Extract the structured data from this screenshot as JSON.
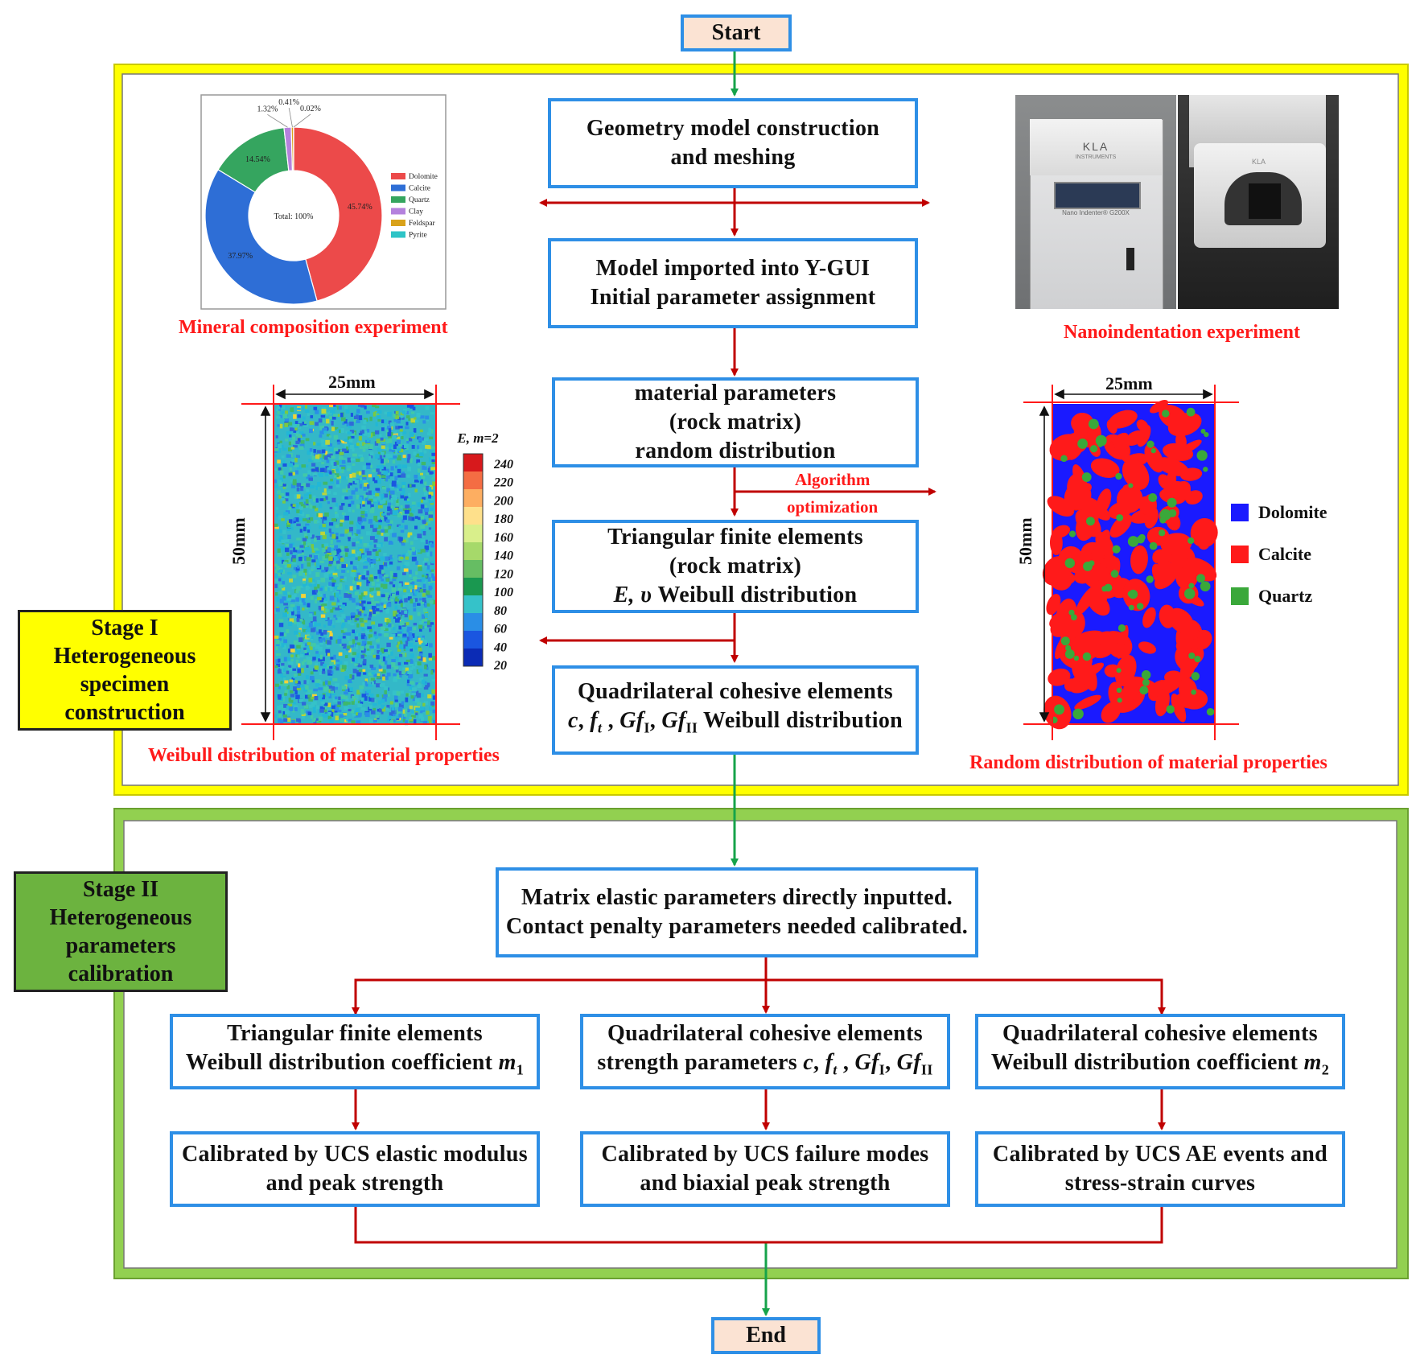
{
  "flow": {
    "start": "Start",
    "end": "End",
    "geometry_1": "Geometry model construction",
    "geometry_2": "and meshing",
    "import_1": "Model imported into Y-GUI",
    "import_2": "Initial parameter assignment",
    "material_1": "material parameters",
    "material_2": "(rock matrix)",
    "material_3": "random distribution",
    "tri_1": "Triangular finite elements",
    "tri_2": "(rock matrix)",
    "tri_3_sym": "E, υ",
    "tri_3_text": " Weibull distribution",
    "quad_1": "Quadrilateral cohesive elements",
    "quad_2_text": " Weibull distribution",
    "algo_1": "Algorithm",
    "algo_2": "optimization",
    "matrix_1": "Matrix elastic parameters  directly inputted.",
    "matrix_2": "Contact penalty parameters needed calibrated.",
    "b1_1": "Triangular finite elements",
    "b1_2": "Weibull distribution coefficient ",
    "b2_1": "Quadrilateral cohesive elements",
    "b2_2": "strength parameters ",
    "b3_1": "Quadrilateral cohesive elements",
    "b3_2": "Weibull distribution coefficient ",
    "c1_1": "Calibrated by UCS elastic modulus",
    "c1_2": "and peak strength",
    "c2_1": "Calibrated by UCS failure modes",
    "c2_2": "and biaxial peak strength",
    "c3_1": "Calibrated by UCS AE events and",
    "c3_2": "stress-strain curves"
  },
  "stages": {
    "stage1": [
      "Stage I",
      "Heterogeneous",
      "specimen",
      "construction"
    ],
    "stage2": [
      "Stage II",
      "Heterogeneous",
      "parameters",
      "calibration"
    ]
  },
  "captions": {
    "mineral": "Mineral composition experiment",
    "nano": "Nanoindentation experiment",
    "weibull": "Weibull distribution of material properties",
    "random": "Random distribution of material properties"
  },
  "dimensions": {
    "width": "25mm",
    "height": "50mm"
  },
  "donut": {
    "center_label": "Total: 100%",
    "slice_labels": [
      "45.74%",
      "37.97%",
      "14.54%",
      "1.32%",
      "0.41%",
      "0.02%"
    ]
  },
  "chart_data": [
    {
      "type": "pie",
      "categories": [
        "Dolomite",
        "Calcite",
        "Quartz",
        "Clay",
        "Feldspar",
        "Pyrite"
      ],
      "values": [
        45.74,
        37.97,
        14.54,
        1.32,
        0.41,
        0.02
      ],
      "colors": [
        "#ec4a4a",
        "#2e6ed6",
        "#35a55f",
        "#b481dd",
        "#d9a21b",
        "#2ec4c7"
      ],
      "legend": "right"
    }
  ],
  "colorbar": {
    "title": "E, m=2",
    "ticks": [
      "240",
      "220",
      "200",
      "180",
      "160",
      "140",
      "120",
      "100",
      "80",
      "60",
      "40",
      "20"
    ]
  },
  "photo": {
    "brand": "KLA",
    "sub": "INSTRUMENTS",
    "model": "Nano Indenter® G200X"
  },
  "mineral_legend": [
    {
      "name": "Dolomite",
      "color": "#1a1aff"
    },
    {
      "name": "Calcite",
      "color": "#ff1a1a"
    },
    {
      "name": "Quartz",
      "color": "#3aa83a"
    }
  ],
  "colors": {
    "box_border": "#2e8fe6",
    "arrow_red": "#c00000",
    "arrow_green": "#16a34a",
    "stage1_fill": "#ffff00",
    "stage2_fill": "#92d050",
    "terminal_fill": "#fbe3d3"
  }
}
